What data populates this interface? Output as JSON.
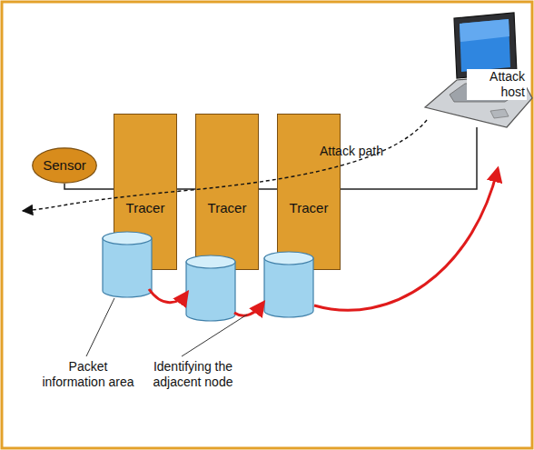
{
  "diagram": {
    "nodes": [
      {
        "text": [
          "Sensor"
        ]
      },
      {
        "text": [
          "Tracer"
        ]
      },
      {
        "text": [
          "Tracer"
        ]
      },
      {
        "text": [
          "Tracer"
        ]
      }
    ],
    "edges": [
      {
        "from": 0,
        "to": 1,
        "arrow": "none"
      },
      {
        "from": 1,
        "to": 2,
        "arrow": "none"
      },
      {
        "from": 2,
        "to": 3,
        "arrow": "none"
      }
    ],
    "labels": [
      "Attack host",
      "Attack path",
      "Packet information area",
      "Identifying the adjacent node"
    ]
  }
}
